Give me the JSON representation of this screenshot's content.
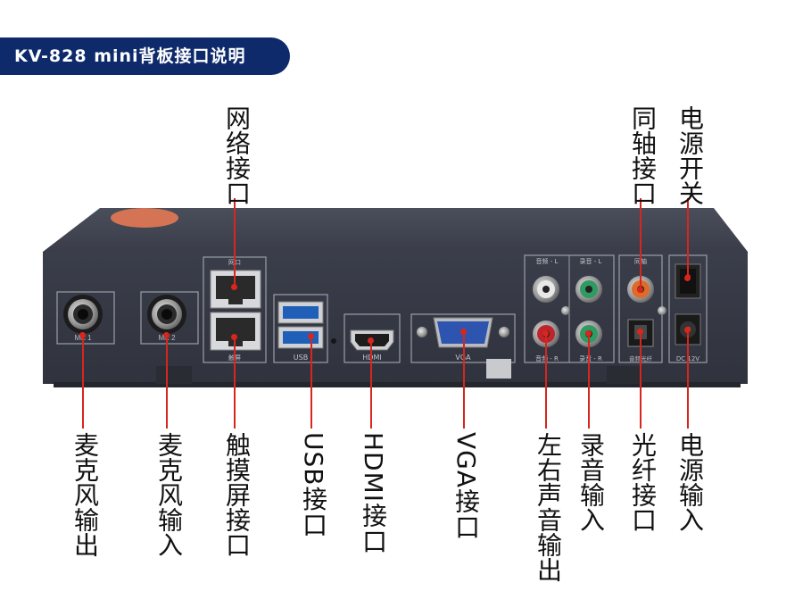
{
  "banner": {
    "title": "KV-828 mini背板接口说明"
  },
  "panel_text": {
    "mic1": "Mic 1",
    "mic2": "Mic 2",
    "net": "网口",
    "touch": "触屏",
    "usb": "USB",
    "hdmi": "HDMI",
    "vga": "VGA",
    "audio_l": "音频 - L",
    "audio_r": "音频 - R",
    "rec_l": "录音 - L",
    "rec_r": "录音 - R",
    "coax": "同轴",
    "optical": "音频光纤",
    "dc": "DC 12V"
  },
  "labels": {
    "mic_out": "麦克风输出",
    "mic_in": "麦克风输入",
    "touch_port": "触摸屏接口",
    "usb_port": "USB接口",
    "hdmi_port": "HDMI接口",
    "vga_port": "VGA接口",
    "lr_out": "左右声音输出",
    "rec_in": "录音输入",
    "optical_port": "光纤接口",
    "power_in": "电源输入",
    "network_port": "网络接口",
    "coax_port": "同轴接口",
    "power_switch": "电源开关"
  },
  "colors": {
    "banner": "#0e2a6b",
    "leader_line": "#d7261d",
    "device_body": "#3a3d48",
    "rca_red": "#c0242b",
    "rca_green": "#2f9a62",
    "rca_white": "#e8e8e8",
    "rca_orange": "#e06a28"
  }
}
